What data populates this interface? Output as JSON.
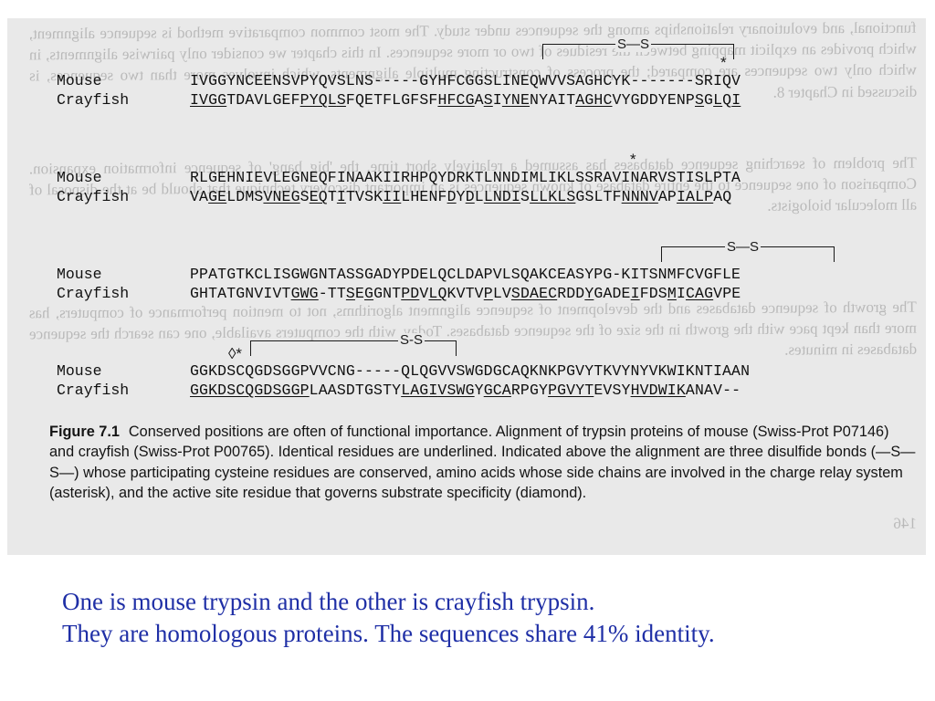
{
  "ghost_text": [
    "functional, and evolutionary relationships among the sequences under study. The most common comparative method is sequence alignment, which provides an explicit mapping between the residues of two or more sequences. In this chapter we consider only pairwise alignments, in which only two sequences are compared; the process of constructing multiple alignments, which involves more than two sequences, is discussed in Chapter 8.",
    "The problem of searching sequence databases has assumed a relatively short time, the 'big bang' of sequence information expansion. Comparison of one sequence to the entire database of known sequences is an important discovery technique that should be at the disposal of all molecular biologists.",
    "The growth of sequence databases and the development of sequence alignment algorithms, not to mention performance of computers, has more than kept pace with the growth in the size of the sequence databases. Today, with the computers available, one can search the sequence databases in minutes.",
    "146"
  ],
  "alignment": [
    {
      "mouse_label": "Mouse",
      "crayfish_label": "Crayfish",
      "mouse": [
        {
          "t": "IVGGYNCEENSVPYQVSLNS-----GYHFCGGSLINEQWVVSAGHCYK-------SRIQV"
        }
      ],
      "crayfish": [
        {
          "t": "IVGG",
          "u": true
        },
        {
          "t": "TDAVLGEF"
        },
        {
          "t": "PYQL",
          "u": true
        },
        {
          "t": "S",
          "u": true
        },
        {
          "t": "FQETFLGFSF"
        },
        {
          "t": "HFCG",
          "u": true
        },
        {
          "t": "A"
        },
        {
          "t": "S",
          "u": true
        },
        {
          "t": "I"
        },
        {
          "t": "Y",
          "u": true
        },
        {
          "t": "NE",
          "u": true
        },
        {
          "t": "NYAIT"
        },
        {
          "t": "AGHC",
          "u": true
        },
        {
          "t": "VYGDDYENP"
        },
        {
          "t": "S",
          "u": true
        },
        {
          "t": "G"
        },
        {
          "t": "L",
          "u": true
        },
        {
          "t": "Q"
        },
        {
          "t": "I",
          "u": true
        }
      ]
    },
    {
      "mouse_label": "Mouse",
      "crayfish_label": "Crayfish",
      "mouse": [
        {
          "t": "RLGEHNIEVLEGNEQFINAAKIIRHPQYDRKTLNNDIMLIKLSSRAVINARVSTISLPTA"
        }
      ],
      "crayfish": [
        {
          "t": "VA"
        },
        {
          "t": "GE",
          "u": true
        },
        {
          "t": "L"
        },
        {
          "t": "DMS"
        },
        {
          "t": "V",
          "u": true
        },
        {
          "t": "NEG",
          "u": true
        },
        {
          "t": "S"
        },
        {
          "t": "EQ",
          "u": true
        },
        {
          "t": "T"
        },
        {
          "t": "I",
          "u": true
        },
        {
          "t": "T"
        },
        {
          "t": "V"
        },
        {
          "t": "SK"
        },
        {
          "t": "II",
          "u": true
        },
        {
          "t": "L"
        },
        {
          "t": "H"
        },
        {
          "t": "ENF"
        },
        {
          "t": "D",
          "u": true
        },
        {
          "t": "Y"
        },
        {
          "t": "D",
          "u": true
        },
        {
          "t": "L"
        },
        {
          "t": "LND",
          "u": true
        },
        {
          "t": "I",
          "u": true
        },
        {
          "t": "S"
        },
        {
          "t": "LLKL",
          "u": true
        },
        {
          "t": "S",
          "u": true
        },
        {
          "t": "GSLTF"
        },
        {
          "t": "NNN",
          "u": true
        },
        {
          "t": "V",
          "u": true
        },
        {
          "t": "AP"
        },
        {
          "t": "IALP",
          "u": true
        },
        {
          "t": "AQ"
        }
      ]
    },
    {
      "mouse_label": "Mouse",
      "crayfish_label": "Crayfish",
      "mouse": [
        {
          "t": "PPATGTKCLISGWGNTASSGADYPDELQCLDAPVLSQAKCEASYPG-KITSNMFCVGFLE"
        }
      ],
      "crayfish": [
        {
          "t": "GHTATGNVIVT"
        },
        {
          "t": "GWG",
          "u": true
        },
        {
          "t": "-TT"
        },
        {
          "t": "S",
          "u": true
        },
        {
          "t": "E"
        },
        {
          "t": "G",
          "u": true
        },
        {
          "t": "GNT"
        },
        {
          "t": "PD",
          "u": true
        },
        {
          "t": "V"
        },
        {
          "t": "L",
          "u": true
        },
        {
          "t": "Q",
          "u": true
        },
        {
          "t": "KVTV"
        },
        {
          "t": "P",
          "u": true
        },
        {
          "t": "LV"
        },
        {
          "t": "SD",
          "u": true
        },
        {
          "t": "AEC",
          "u": true
        },
        {
          "t": "RDD"
        },
        {
          "t": "Y",
          "u": true
        },
        {
          "t": "GADE"
        },
        {
          "t": "I",
          "u": true
        },
        {
          "t": "FDS"
        },
        {
          "t": "M",
          "u": true
        },
        {
          "t": "I"
        },
        {
          "t": "C",
          "u": true
        },
        {
          "t": "AG",
          "u": true
        },
        {
          "t": "VPE"
        }
      ]
    },
    {
      "mouse_label": "Mouse",
      "crayfish_label": "Crayfish",
      "mouse": [
        {
          "t": "GGKDSCQGDSGGPVVCNG-----QLQGVVSWGDGCAQKNKPGVYTKVYNYVKWIKNTIAAN"
        }
      ],
      "crayfish": [
        {
          "t": "GGKDSCQGDSGGP",
          "u": true
        },
        {
          "t": "LAASDTGSTY"
        },
        {
          "t": "LAG",
          "u": true
        },
        {
          "t": "I",
          "u": true
        },
        {
          "t": "VSWG",
          "u": true
        },
        {
          "t": "Y"
        },
        {
          "t": "GCA",
          "u": true
        },
        {
          "t": "RPGY"
        },
        {
          "t": "PGVYT",
          "u": true
        },
        {
          "t": "EV"
        },
        {
          "t": "SY"
        },
        {
          "t": "HVD",
          "u": true
        },
        {
          "t": "W",
          "u": true
        },
        {
          "t": "IK",
          "u": true
        },
        {
          "t": "ANAV--"
        }
      ]
    }
  ],
  "bond_label": "S—S",
  "bond_label_short": "S-S",
  "asterisk": "*",
  "diamond_asterisk": "◊*",
  "caption": {
    "label": "Figure 7.1",
    "text": "Conserved positions are often of functional importance. Alignment of trypsin proteins of mouse (Swiss-Prot P07146) and crayfish (Swiss-Prot P00765). Identical residues are underlined. Indicated above the alignment are three disulfide bonds (—S—S—) whose participating cysteine residues are conserved, amino acids whose side chains are involved in the charge relay system (asterisk), and the active site residue that governs substrate specificity (diamond)."
  },
  "notes": [
    "One is mouse trypsin and the other is crayfish trypsin.",
    "They are homologous proteins.  The sequences share 41% identity."
  ]
}
